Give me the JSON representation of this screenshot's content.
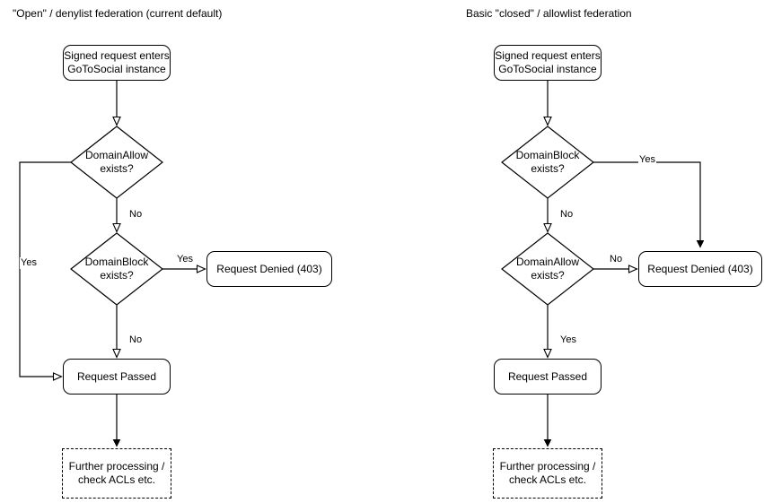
{
  "diagram": {
    "background_color": "#ffffff",
    "stroke_color": "#000000",
    "text_color": "#000000",
    "panels": [
      {
        "id": "open-denylist",
        "title": "\"Open\" / denylist federation (current default)",
        "nodes": {
          "start": "Signed request enters\nGoToSocial instance",
          "decision_allow": "DomainAllow\nexists?",
          "decision_block": "DomainBlock\nexists?",
          "denied": "Request Denied (403)",
          "passed": "Request Passed",
          "further": "Further processing /\ncheck ACLs etc."
        },
        "edge_labels": {
          "allow_no": "No",
          "allow_yes": "Yes",
          "block_yes": "Yes",
          "block_no": "No"
        }
      },
      {
        "id": "closed-allowlist",
        "title": "Basic \"closed\" / allowlist federation",
        "nodes": {
          "start": "Signed request enters\nGoToSocial instance",
          "decision_block": "DomainBlock\nexists?",
          "decision_allow": "DomainAllow\nexists?",
          "denied": "Request Denied (403)",
          "passed": "Request Passed",
          "further": "Further processing /\ncheck ACLs etc."
        },
        "edge_labels": {
          "block_yes": "Yes",
          "block_no": "No",
          "allow_no": "No",
          "allow_yes": "Yes"
        }
      }
    ]
  }
}
